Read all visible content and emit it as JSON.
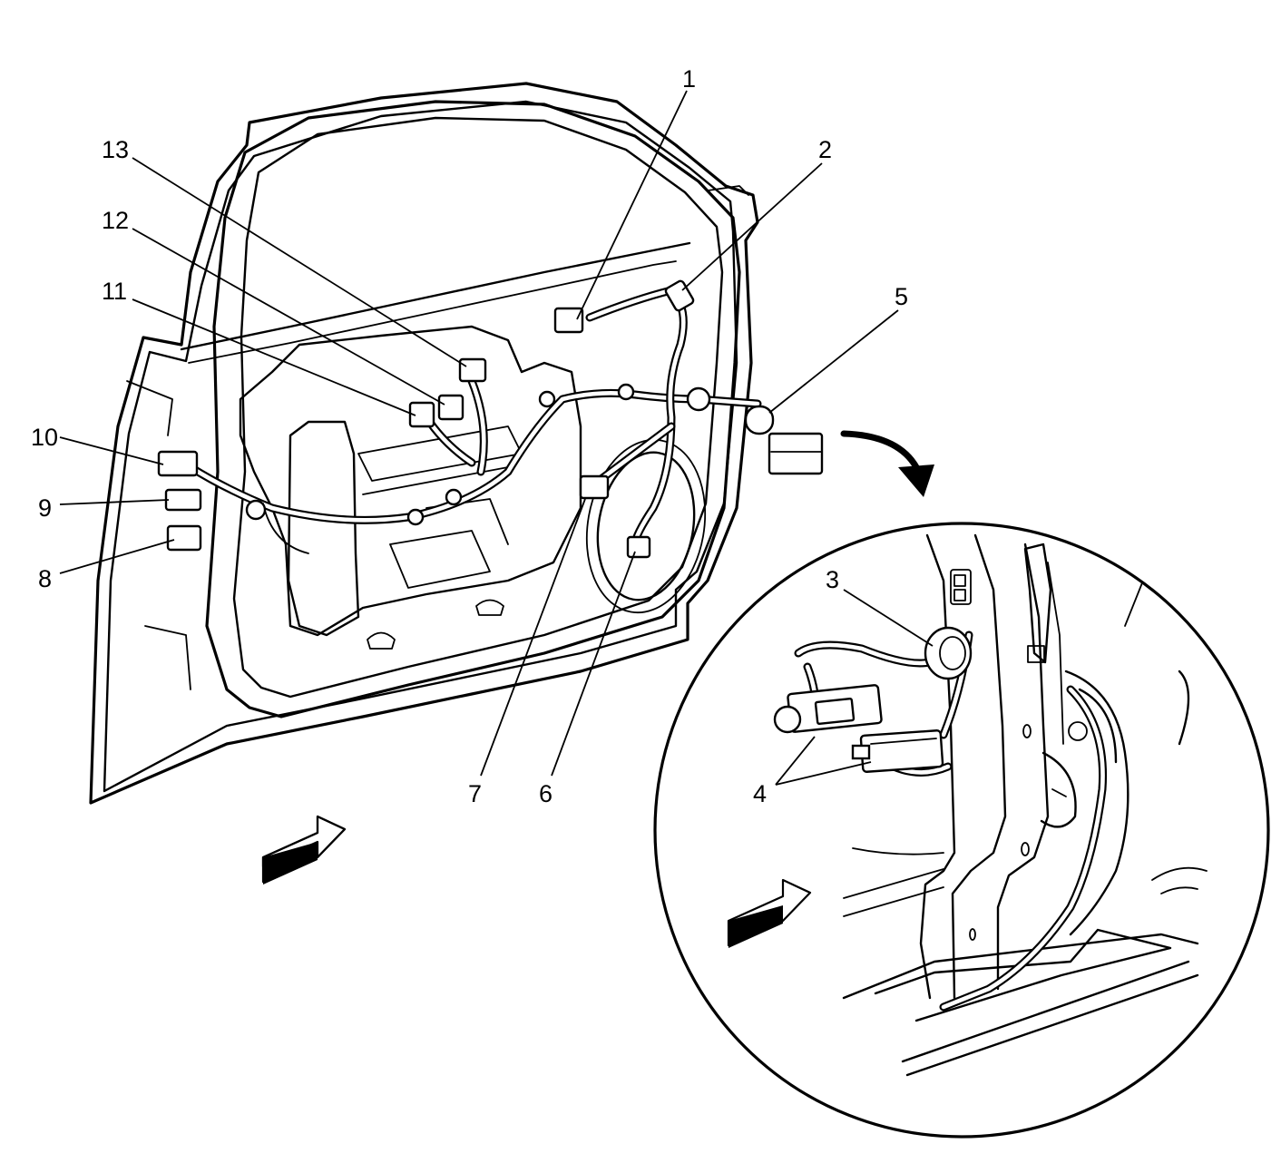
{
  "callouts": [
    {
      "id": "1",
      "label": "1"
    },
    {
      "id": "2",
      "label": "2"
    },
    {
      "id": "3",
      "label": "3"
    },
    {
      "id": "4",
      "label": "4"
    },
    {
      "id": "5",
      "label": "5"
    },
    {
      "id": "6",
      "label": "6"
    },
    {
      "id": "7",
      "label": "7"
    },
    {
      "id": "8",
      "label": "8"
    },
    {
      "id": "9",
      "label": "9"
    },
    {
      "id": "10",
      "label": "10"
    },
    {
      "id": "11",
      "label": "11"
    },
    {
      "id": "12",
      "label": "12"
    },
    {
      "id": "13",
      "label": "13"
    }
  ],
  "icons": {
    "front_view_arrow": "view-direction-arrow-icon",
    "detail_arrow": "detail-pointer-arrow-icon",
    "inset_view_arrow": "view-direction-arrow-icon"
  },
  "colors": {
    "line": "#000000",
    "background": "#ffffff"
  }
}
